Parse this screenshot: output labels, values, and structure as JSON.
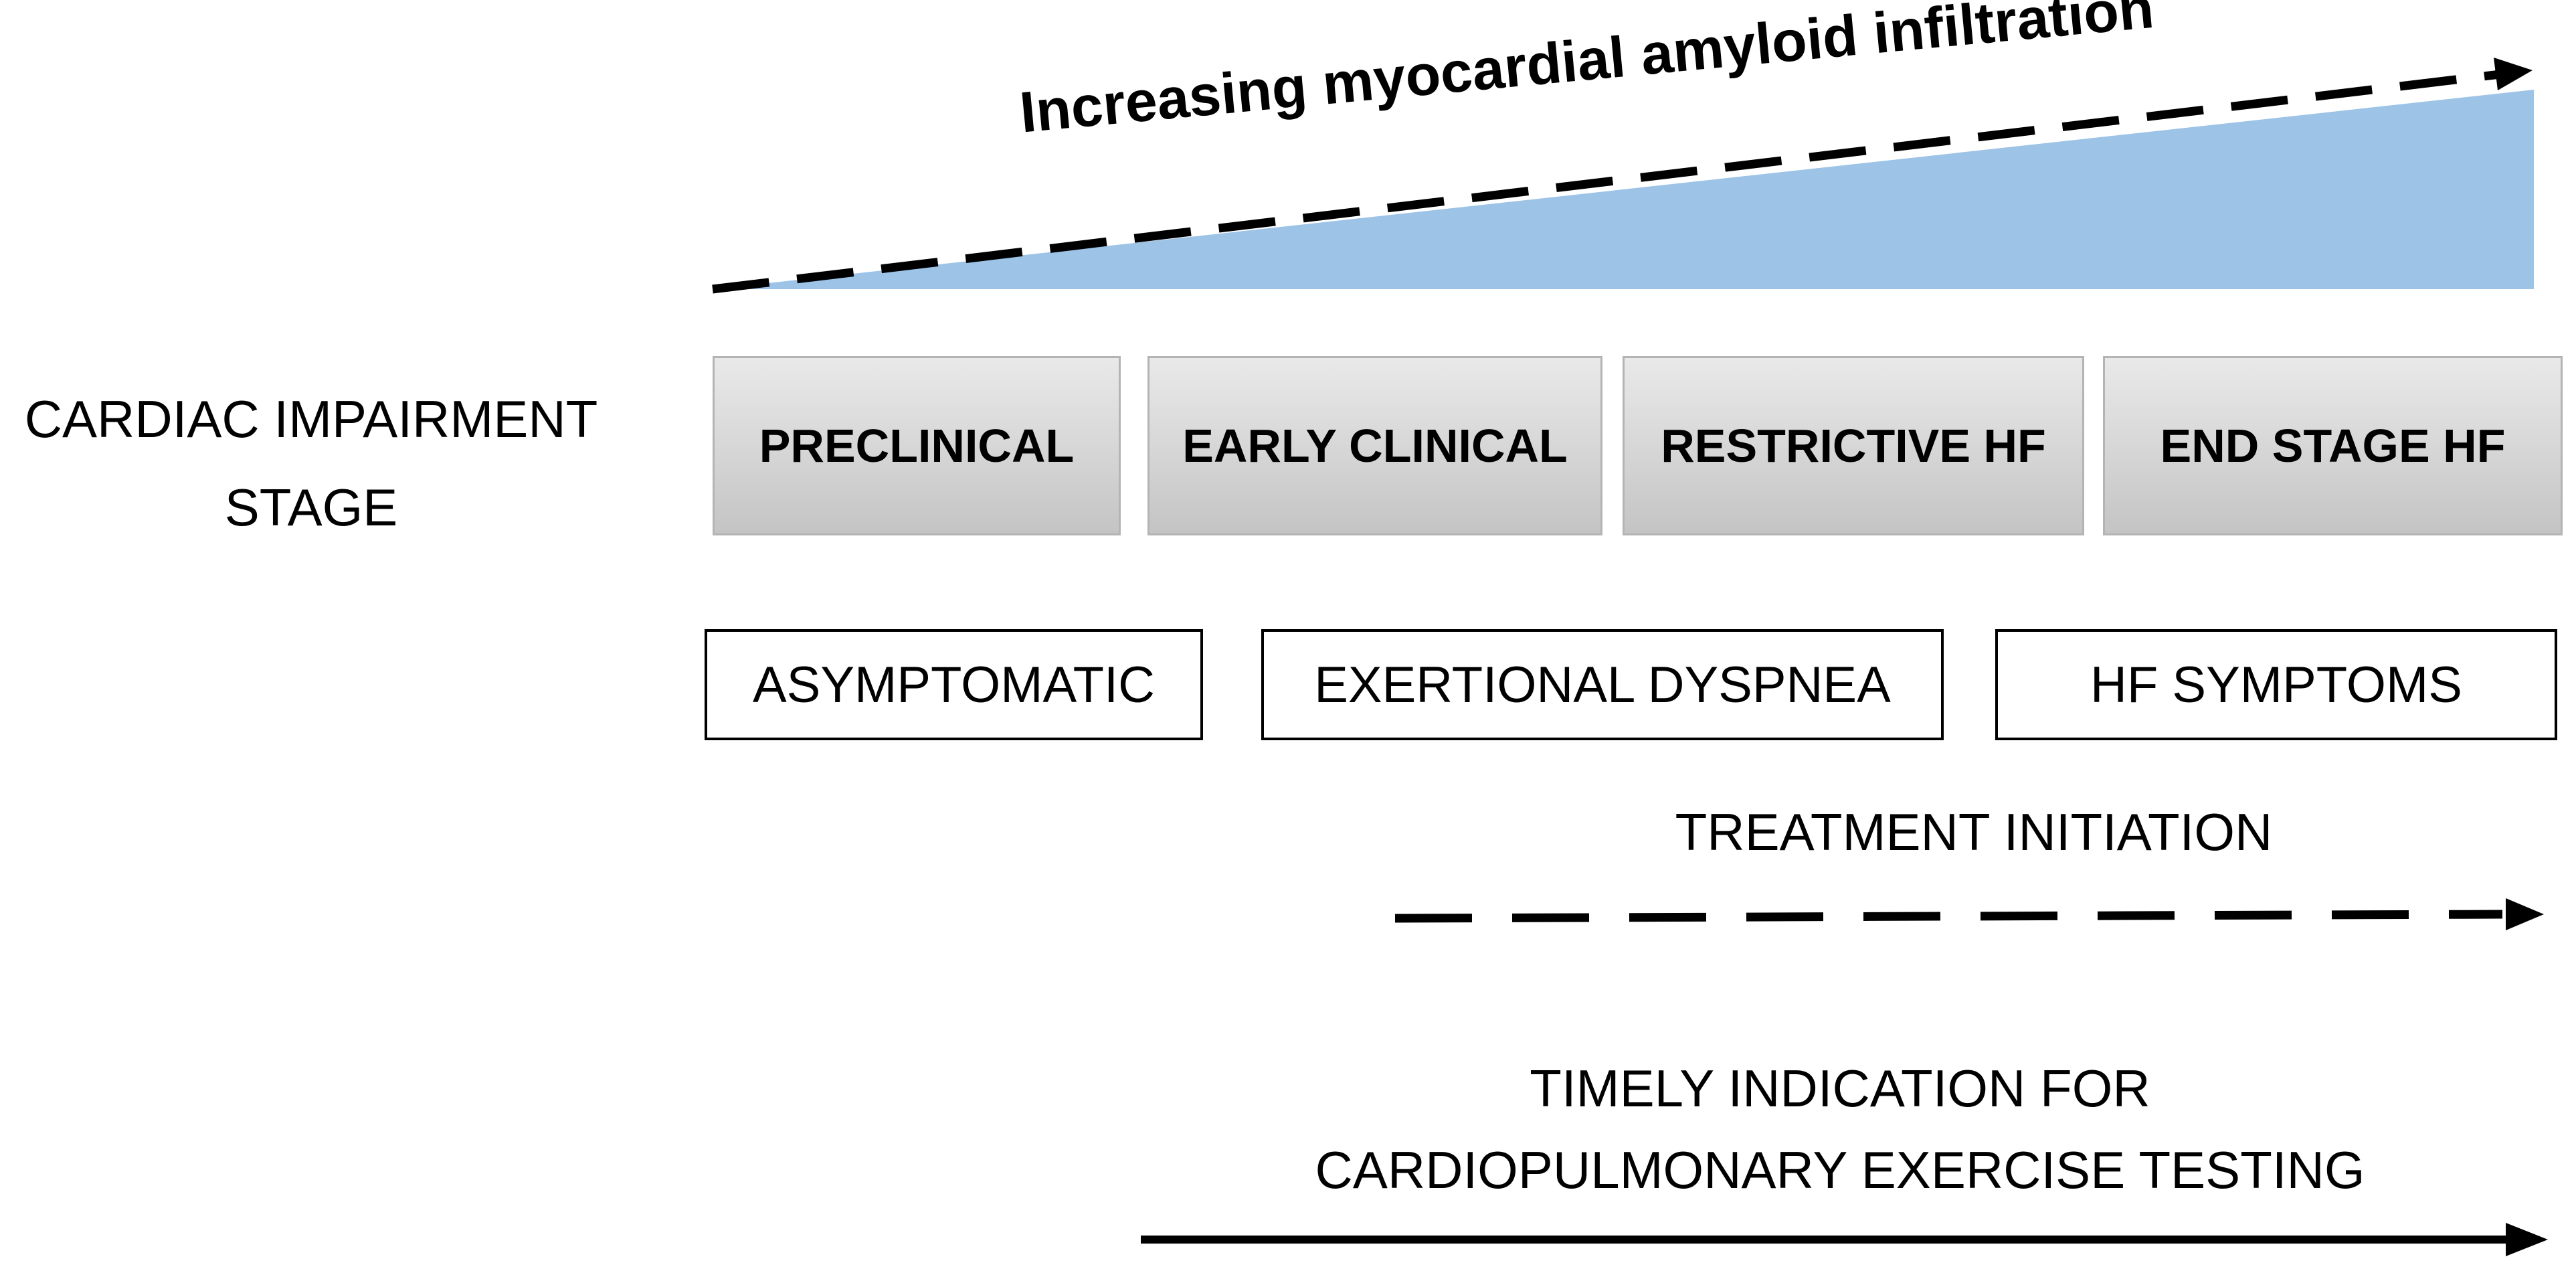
{
  "amyloid_label": "Increasing myocardial amyloid infiltration",
  "row_label": [
    "CARDIAC IMPAIRMENT",
    "STAGE"
  ],
  "stages": [
    "PRECLINICAL",
    "EARLY CLINICAL",
    "RESTRICTIVE HF",
    "END STAGE HF"
  ],
  "symptoms": [
    "ASYMPTOMATIC",
    "EXERTIONAL DYSPNEA",
    "HF SYMPTOMS"
  ],
  "treatment_label": "TREATMENT INITIATION",
  "cpet_label": [
    "TIMELY INDICATION FOR",
    "CARDIOPULMONARY EXERCISE TESTING"
  ],
  "colors": {
    "wedge_fill": "#9dc3e6",
    "stage_border": "#b4b4b4",
    "stroke": "#000000"
  }
}
